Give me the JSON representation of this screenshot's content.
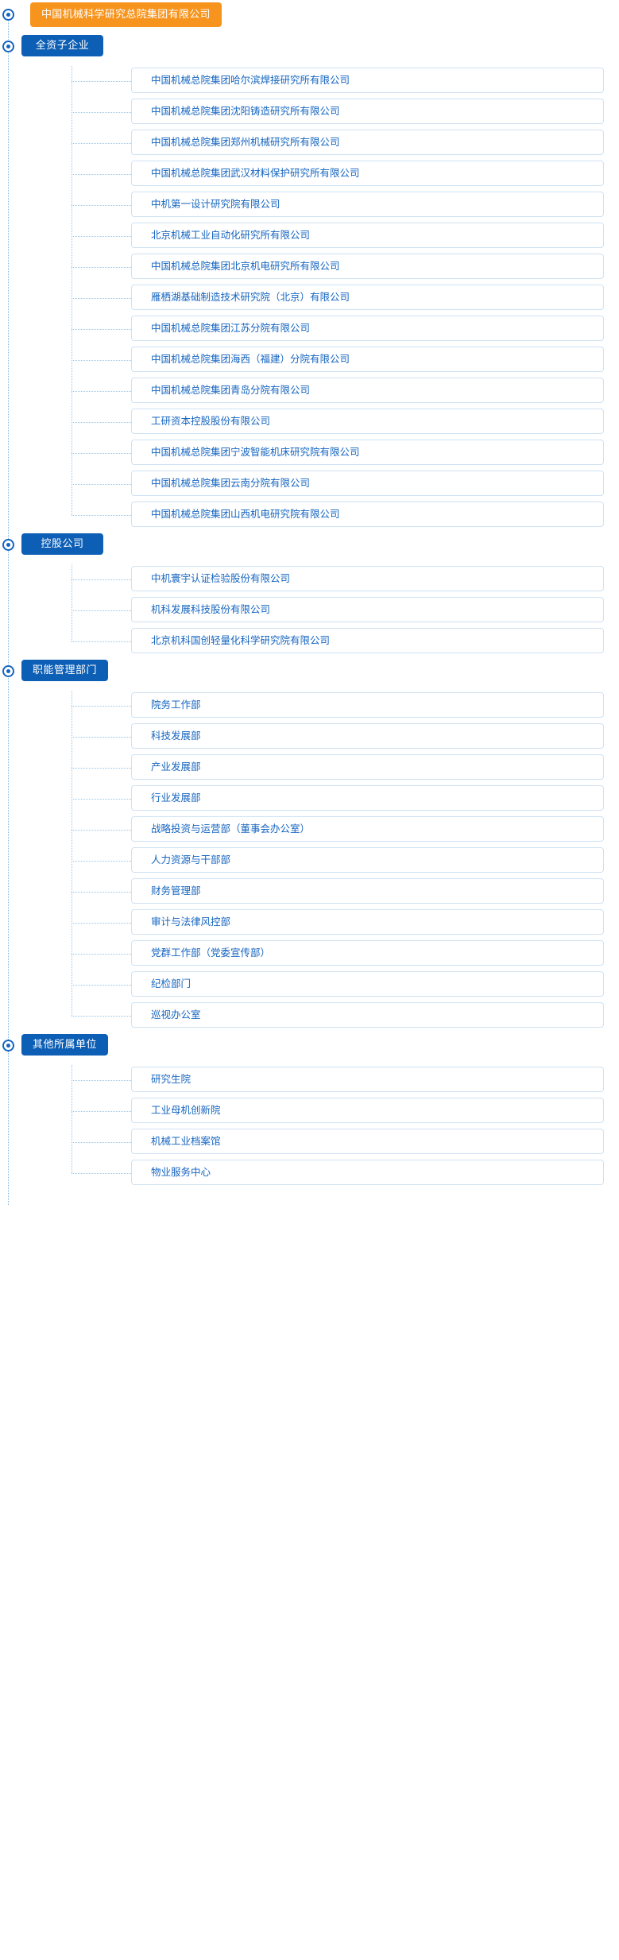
{
  "root": {
    "label": "中国机械科学研究总院集团有限公司",
    "color": "#f7941d"
  },
  "theme": {
    "section_color": "#0d5fb5",
    "item_text_color": "#1565c0",
    "item_border_color": "#cfe2f3",
    "line_color": "#9cc4e4"
  },
  "sections": [
    {
      "title": "全资子企业",
      "items": [
        "中国机械总院集团哈尔滨焊接研究所有限公司",
        "中国机械总院集团沈阳铸造研究所有限公司",
        "中国机械总院集团郑州机械研究所有限公司",
        "中国机械总院集团武汉材料保护研究所有限公司",
        "中机第一设计研究院有限公司",
        "北京机械工业自动化研究所有限公司",
        "中国机械总院集团北京机电研究所有限公司",
        "雁栖湖基础制造技术研究院（北京）有限公司",
        "中国机械总院集团江苏分院有限公司",
        "中国机械总院集团海西（福建）分院有限公司",
        "中国机械总院集团青岛分院有限公司",
        "工研资本控股股份有限公司",
        "中国机械总院集团宁波智能机床研究院有限公司",
        "中国机械总院集团云南分院有限公司",
        "中国机械总院集团山西机电研究院有限公司"
      ]
    },
    {
      "title": "控股公司",
      "items": [
        "中机寰宇认证检验股份有限公司",
        "机科发展科技股份有限公司",
        "北京机科国创轻量化科学研究院有限公司"
      ]
    },
    {
      "title": "职能管理部门",
      "items": [
        "院务工作部",
        "科技发展部",
        "产业发展部",
        "行业发展部",
        "战略投资与运营部（董事会办公室）",
        "人力资源与干部部",
        "财务管理部",
        "审计与法律风控部",
        "党群工作部（党委宣传部）",
        "纪检部门",
        "巡视办公室"
      ]
    },
    {
      "title": "其他所属单位",
      "items": [
        "研究生院",
        "工业母机创新院",
        "机械工业档案馆",
        "物业服务中心"
      ]
    }
  ]
}
